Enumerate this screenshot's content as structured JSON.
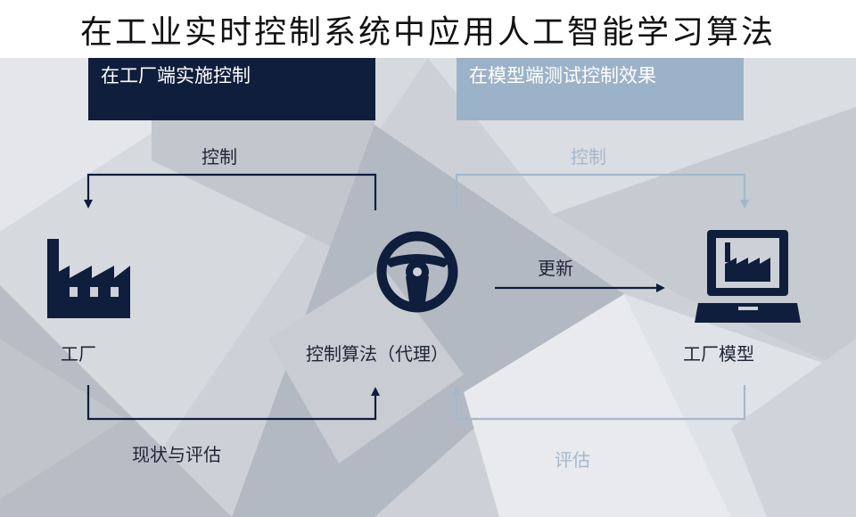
{
  "title": "在工业实时控制系统中应用人工智能学习算法",
  "left_panel": {
    "header": "在工厂端实施控制"
  },
  "right_panel": {
    "header": "在模型端测试控制效果"
  },
  "labels": {
    "control_left": "控制",
    "control_right": "控制",
    "update": "更新",
    "status_eval": "现状与评估",
    "eval": "评估"
  },
  "nodes": {
    "factory": "工厂",
    "agent": "控制算法（代理）",
    "factory_model": "工厂模型"
  },
  "icons": {
    "factory": "factory-icon",
    "agent": "steering-wheel-icon",
    "factory_model": "laptop-factory-icon"
  },
  "colors": {
    "dark": "#0f1e3c",
    "faded": "#a4b8cc",
    "text": "#1e2436"
  }
}
